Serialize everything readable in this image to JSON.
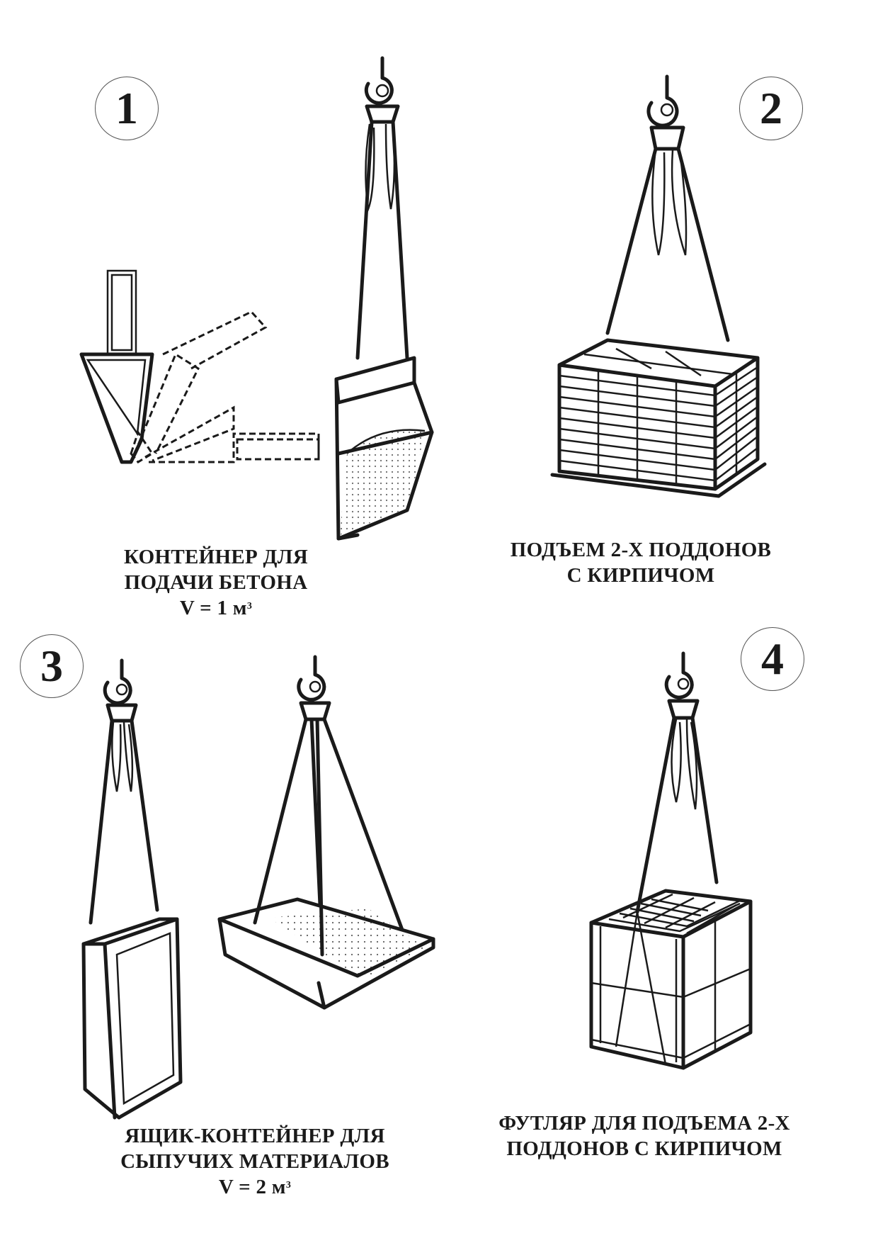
{
  "panels": [
    {
      "number": "1",
      "caption_lines": [
        "КОНТЕЙНЕР ДЛЯ",
        "ПОДАЧИ БЕТОНА"
      ],
      "volume_prefix": "V = 1 м",
      "volume_sup": "3"
    },
    {
      "number": "2",
      "caption_lines": [
        "ПОДЪЕМ 2-Х ПОДДОНОВ",
        "С КИРПИЧОМ"
      ]
    },
    {
      "number": "3",
      "caption_lines": [
        "ЯЩИК-КОНТЕЙНЕР ДЛЯ",
        "СЫПУЧИХ МАТЕРИАЛОВ"
      ],
      "volume_prefix": "V = 2 м",
      "volume_sup": "3"
    },
    {
      "number": "4",
      "caption_lines": [
        "ФУТЛЯР ДЛЯ ПОДЪЕМА 2-Х",
        "ПОДДОНОВ С КИРПИЧОМ"
      ]
    }
  ],
  "icons": {
    "hook": "crane-hook-icon"
  },
  "colors": {
    "line": "#1a1a1a",
    "background": "#ffffff"
  }
}
